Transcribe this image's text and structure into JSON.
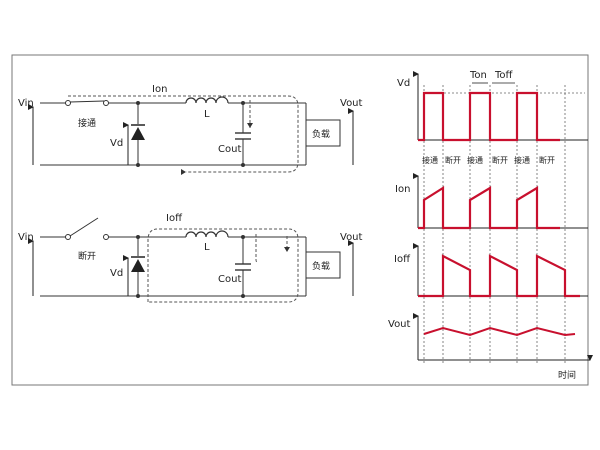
{
  "circuit_on": {
    "vin": "Vin",
    "switch_label": "接通",
    "vd": "Vd",
    "current": "Ion",
    "inductor": "L",
    "capacitor": "Cout",
    "load": "负载",
    "vout": "Vout"
  },
  "circuit_off": {
    "vin": "Vin",
    "switch_label": "断开",
    "vd": "Vd",
    "current": "Ioff",
    "inductor": "L",
    "capacitor": "Cout",
    "load": "负载",
    "vout": "Vout"
  },
  "waveforms": {
    "ton": "Ton",
    "toff": "Toff",
    "vd_label": "Vd",
    "ion_label": "Ion",
    "ioff_label": "Ioff",
    "vout_label": "Vout",
    "time_label": "时间",
    "phases": [
      "接通",
      "断开",
      "接通",
      "断开",
      "接通",
      "断开"
    ],
    "waveform_color": "#c8102e"
  }
}
